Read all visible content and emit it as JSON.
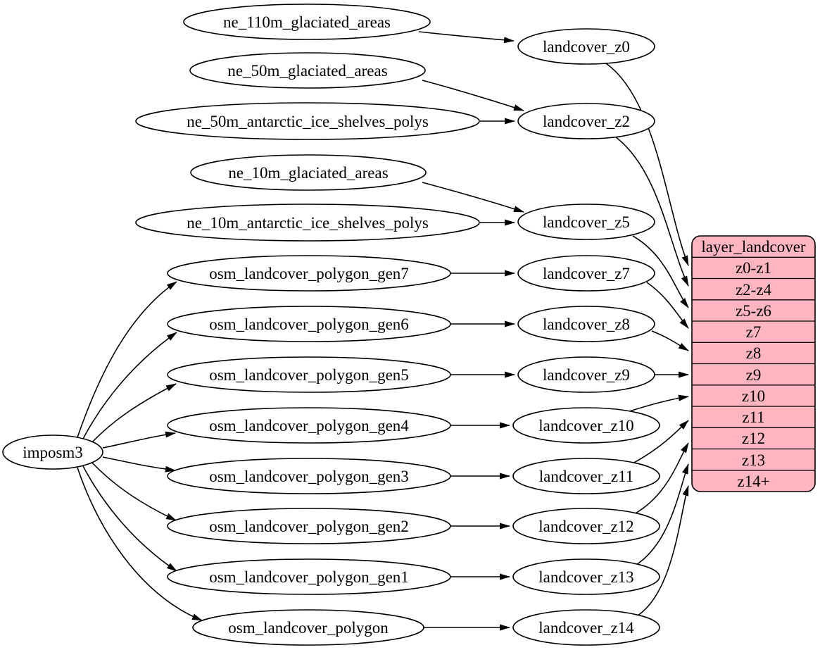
{
  "colors": {
    "background": "#ffffff",
    "node_fill": "#ffffff",
    "record_fill": "#ffb6c1",
    "stroke": "#000000",
    "text": "#000000"
  },
  "nodes": {
    "imposm3": "imposm3",
    "ne_110m_glaciated_areas": "ne_110m_glaciated_areas",
    "ne_50m_glaciated_areas": "ne_50m_glaciated_areas",
    "ne_50m_antarctic_ice_shelves_polys": "ne_50m_antarctic_ice_shelves_polys",
    "ne_10m_glaciated_areas": "ne_10m_glaciated_areas",
    "ne_10m_antarctic_ice_shelves_polys": "ne_10m_antarctic_ice_shelves_polys",
    "osm_landcover_polygon_gen7": "osm_landcover_polygon_gen7",
    "osm_landcover_polygon_gen6": "osm_landcover_polygon_gen6",
    "osm_landcover_polygon_gen5": "osm_landcover_polygon_gen5",
    "osm_landcover_polygon_gen4": "osm_landcover_polygon_gen4",
    "osm_landcover_polygon_gen3": "osm_landcover_polygon_gen3",
    "osm_landcover_polygon_gen2": "osm_landcover_polygon_gen2",
    "osm_landcover_polygon_gen1": "osm_landcover_polygon_gen1",
    "osm_landcover_polygon": "osm_landcover_polygon",
    "landcover_z0": "landcover_z0",
    "landcover_z2": "landcover_z2",
    "landcover_z5": "landcover_z5",
    "landcover_z7": "landcover_z7",
    "landcover_z8": "landcover_z8",
    "landcover_z9": "landcover_z9",
    "landcover_z10": "landcover_z10",
    "landcover_z11": "landcover_z11",
    "landcover_z12": "landcover_z12",
    "landcover_z13": "landcover_z13",
    "landcover_z14": "landcover_z14"
  },
  "record": {
    "title": "layer_landcover",
    "rows": [
      "z0-z1",
      "z2-z4",
      "z5-z6",
      "z7",
      "z8",
      "z9",
      "z10",
      "z11",
      "z12",
      "z13",
      "z14+"
    ]
  },
  "edges": [
    {
      "from": "ne_110m_glaciated_areas",
      "to": "landcover_z0"
    },
    {
      "from": "ne_50m_glaciated_areas",
      "to": "landcover_z2"
    },
    {
      "from": "ne_50m_antarctic_ice_shelves_polys",
      "to": "landcover_z2"
    },
    {
      "from": "ne_10m_glaciated_areas",
      "to": "landcover_z5"
    },
    {
      "from": "ne_10m_antarctic_ice_shelves_polys",
      "to": "landcover_z5"
    },
    {
      "from": "imposm3",
      "to": "osm_landcover_polygon_gen7"
    },
    {
      "from": "imposm3",
      "to": "osm_landcover_polygon_gen6"
    },
    {
      "from": "imposm3",
      "to": "osm_landcover_polygon_gen5"
    },
    {
      "from": "imposm3",
      "to": "osm_landcover_polygon_gen4"
    },
    {
      "from": "imposm3",
      "to": "osm_landcover_polygon_gen3"
    },
    {
      "from": "imposm3",
      "to": "osm_landcover_polygon_gen2"
    },
    {
      "from": "imposm3",
      "to": "osm_landcover_polygon_gen1"
    },
    {
      "from": "imposm3",
      "to": "osm_landcover_polygon"
    },
    {
      "from": "osm_landcover_polygon_gen7",
      "to": "landcover_z7"
    },
    {
      "from": "osm_landcover_polygon_gen6",
      "to": "landcover_z8"
    },
    {
      "from": "osm_landcover_polygon_gen5",
      "to": "landcover_z9"
    },
    {
      "from": "osm_landcover_polygon_gen4",
      "to": "landcover_z10"
    },
    {
      "from": "osm_landcover_polygon_gen3",
      "to": "landcover_z11"
    },
    {
      "from": "osm_landcover_polygon_gen2",
      "to": "landcover_z12"
    },
    {
      "from": "osm_landcover_polygon_gen1",
      "to": "landcover_z13"
    },
    {
      "from": "osm_landcover_polygon",
      "to": "landcover_z14"
    },
    {
      "from": "landcover_z0",
      "to": "layer_landcover:z0-z1"
    },
    {
      "from": "landcover_z2",
      "to": "layer_landcover:z2-z4"
    },
    {
      "from": "landcover_z5",
      "to": "layer_landcover:z5-z6"
    },
    {
      "from": "landcover_z7",
      "to": "layer_landcover:z7"
    },
    {
      "from": "landcover_z8",
      "to": "layer_landcover:z8"
    },
    {
      "from": "landcover_z9",
      "to": "layer_landcover:z9"
    },
    {
      "from": "landcover_z10",
      "to": "layer_landcover:z10"
    },
    {
      "from": "landcover_z11",
      "to": "layer_landcover:z11"
    },
    {
      "from": "landcover_z12",
      "to": "layer_landcover:z12"
    },
    {
      "from": "landcover_z13",
      "to": "layer_landcover:z13"
    },
    {
      "from": "landcover_z14",
      "to": "layer_landcover:z14+"
    }
  ]
}
